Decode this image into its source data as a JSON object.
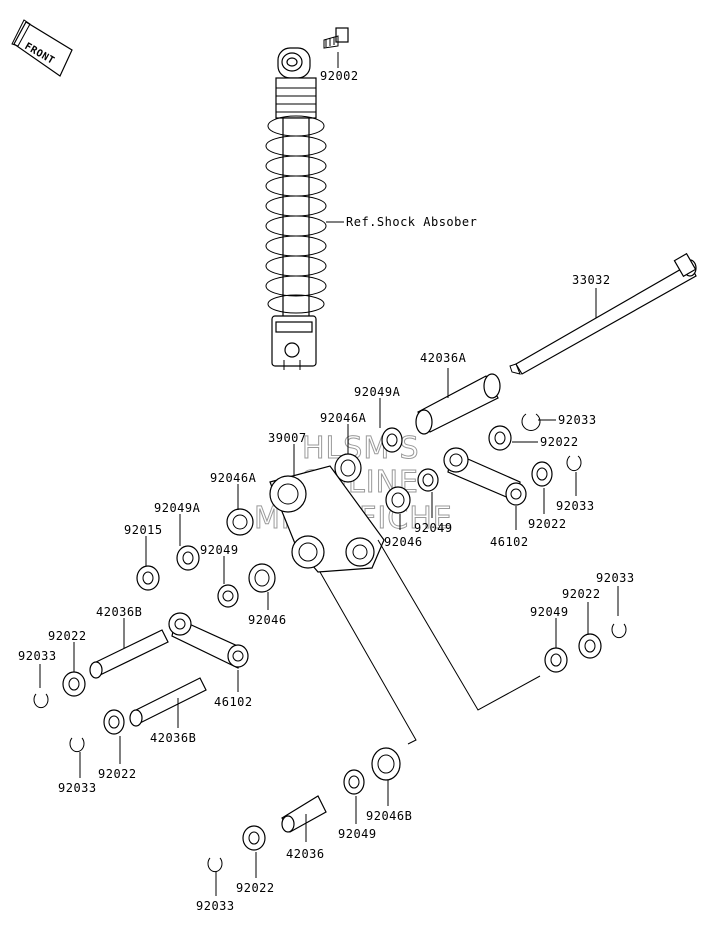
{
  "front_badge": "FRONT",
  "watermark": [
    "HLSM'S",
    "ONLINE",
    "MICROFICHE"
  ],
  "ref_label": "Ref.Shock Absober",
  "labels": {
    "l_92002": "92002",
    "l_33032": "33032",
    "l_42036A": "42036A",
    "l_92049A_top": "92049A",
    "l_92046A_top": "92046A",
    "l_39007": "39007",
    "l_92033_a": "92033",
    "l_92022_a": "92022",
    "l_92033_b": "92033",
    "l_92022_b": "92022",
    "l_46102_r": "46102",
    "l_92049_r": "92049",
    "l_92046_r": "92046",
    "l_92046A_mid": "92046A",
    "l_92049A_left": "92049A",
    "l_92015": "92015",
    "l_92049_mid": "92049",
    "l_92046_mid": "92046",
    "l_42036B_top": "42036B",
    "l_92022_left": "92022",
    "l_92033_left": "92033",
    "l_46102_left": "46102",
    "l_42036B_bot": "42036B",
    "l_92022_lb": "92022",
    "l_92033_lb": "92033",
    "l_92033_rt": "92033",
    "l_92022_rt": "92022",
    "l_92049_rt": "92049",
    "l_92049_bot": "92049",
    "l_92046B": "92046B",
    "l_42036": "42036",
    "l_92022_bot": "92022",
    "l_92033_bot": "92033"
  }
}
